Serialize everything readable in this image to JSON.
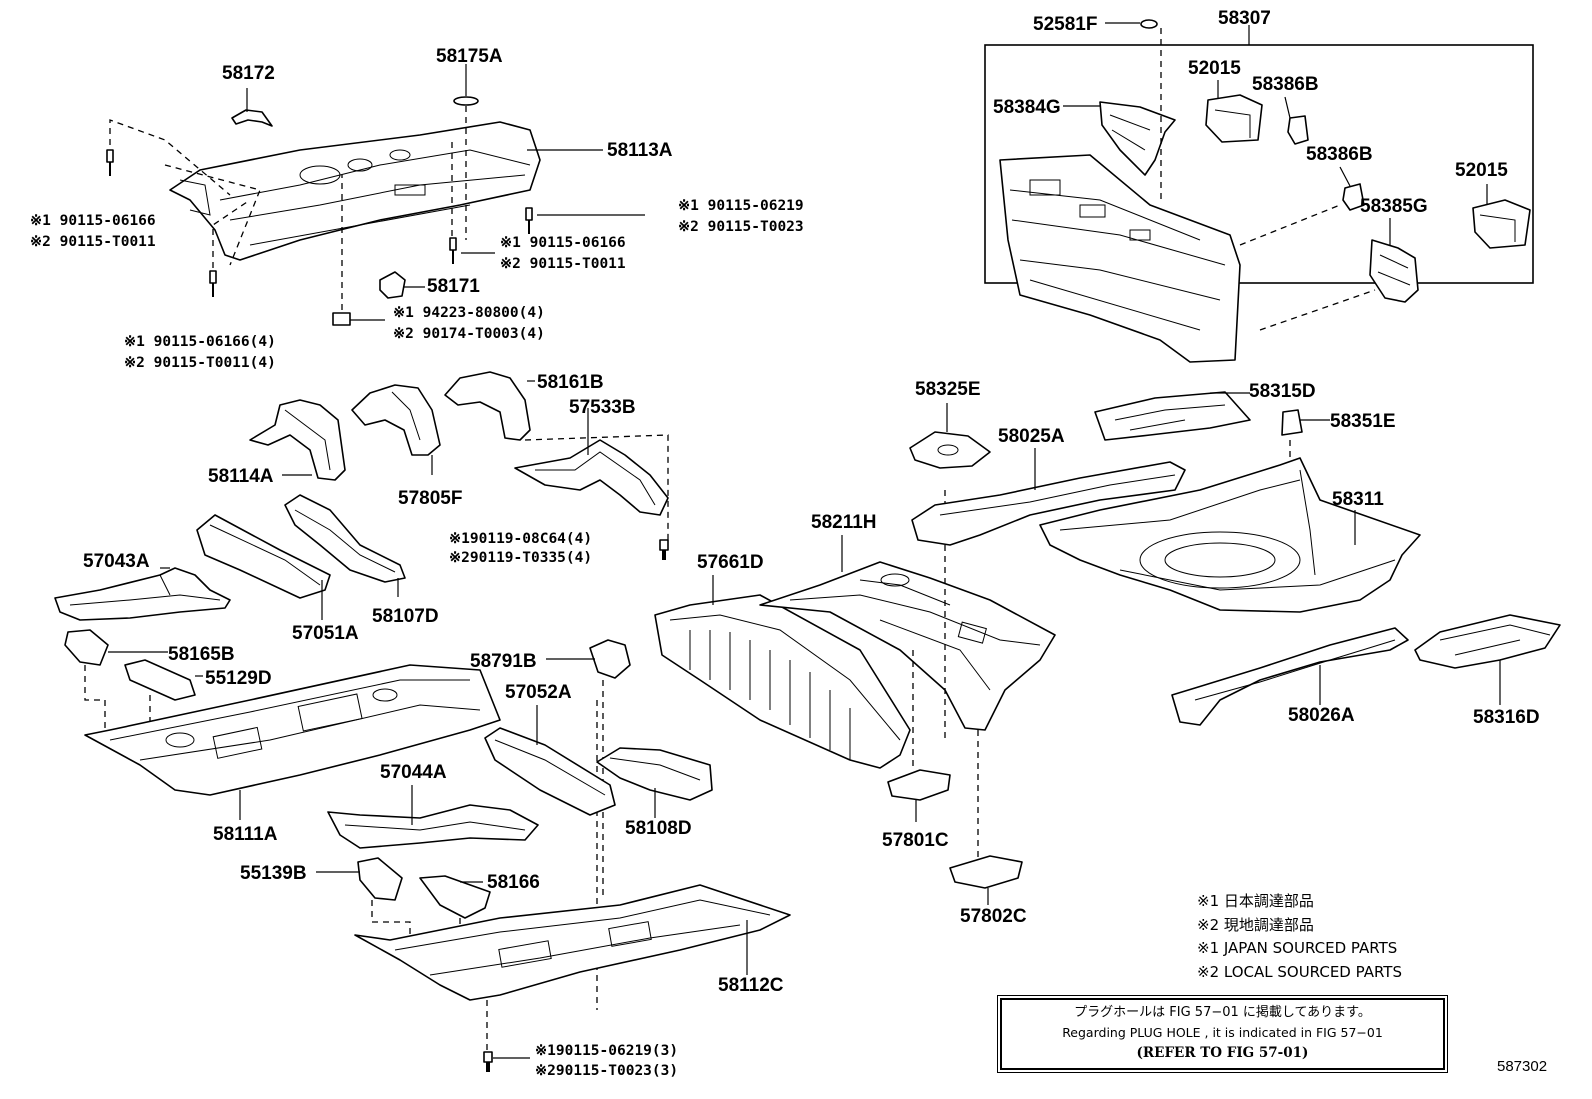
{
  "figure_number": "587302",
  "parts": {
    "p58172": "58172",
    "p58175A": "58175A",
    "p58113A": "58113A",
    "p58171": "58171",
    "p58161B": "58161B",
    "p57533B": "57533B",
    "p58114A": "58114A",
    "p57805F": "57805F",
    "p57043A": "57043A",
    "p57051A": "57051A",
    "p58107D": "58107D",
    "p58165B": "58165B",
    "p55129D": "55129D",
    "p58111A": "58111A",
    "p58791B": "58791B",
    "p57052A": "57052A",
    "p57044A": "57044A",
    "p58108D": "58108D",
    "p55139B": "55139B",
    "p58166": "58166",
    "p58112C": "58112C",
    "p57661D": "57661D",
    "p58211H": "58211H",
    "p57801C": "57801C",
    "p57802C": "57802C",
    "p58325E": "58325E",
    "p58025A": "58025A",
    "p58315D": "58315D",
    "p58351E": "58351E",
    "p58311": "58311",
    "p58026A": "58026A",
    "p58316D": "58316D",
    "p52581F": "52581F",
    "p58307": "58307",
    "p52015a": "52015",
    "p58386Ba": "58386B",
    "p58384G": "58384G",
    "p58386Bb": "58386B",
    "p52015b": "52015",
    "p58385G": "58385G"
  },
  "codes": {
    "c1a": "※1 90115-06166",
    "c1b": "※2 90115-T0011",
    "c2a": "※1 90115-06219",
    "c2b": "※2 90115-T0023",
    "c3a": "※1 90115-06166",
    "c3b": "※2 90115-T0011",
    "c4a": "※1 94223-80800(4)",
    "c4b": "※2 90174-T0003(4)",
    "c5a": "※1 90115-06166(4)",
    "c5b": "※2 90115-T0011(4)",
    "c6a": "※190119-08C64(4)",
    "c6b": "※290119-T0335(4)",
    "c7a": "※190115-06219(3)",
    "c7b": "※290115-T0023(3)"
  },
  "legend": {
    "line1": "※1 日本調達部品",
    "line2": "※2 現地調達部品",
    "line3": "※1 JAPAN SOURCED PARTS",
    "line4": "※2 LOCAL SOURCED PARTS"
  },
  "note": {
    "line1": "プラグホールは FIG 57−01 に掲載してあります。",
    "line2": "Regarding  PLUG  HOLE , it is indicated in  FIG  57−01",
    "line3": "(REFER TO FIG 57-01)"
  }
}
